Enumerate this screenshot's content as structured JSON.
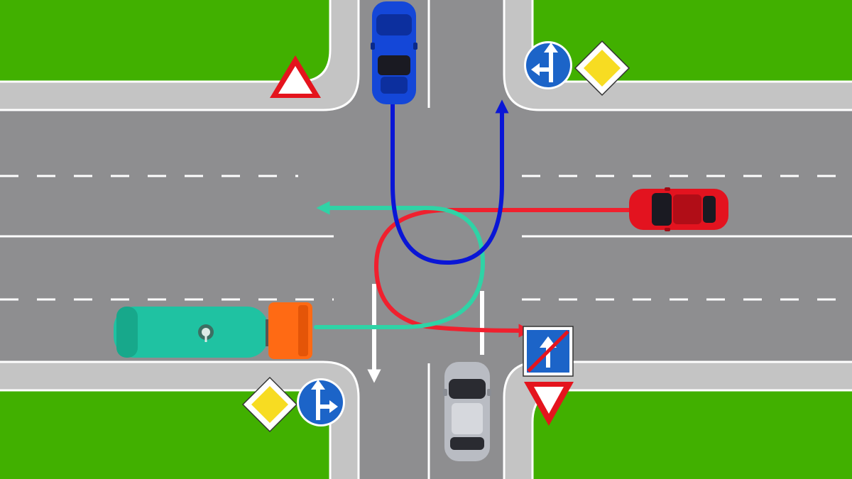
{
  "colors": {
    "grass": "#41b000",
    "sidewalk": "#c4c4c4",
    "curb": "#ffffff",
    "road": "#8e8e90",
    "marking": "#ffffff",
    "path_blue": "#0a16d6",
    "path_teal": "#2fd3a6",
    "path_red": "#f0202e",
    "path_white": "#ffffff",
    "car_blue": "#1447d8",
    "car_red": "#e3131f",
    "car_silver": "#b9bcc3",
    "truck_cab": "#ff6a14",
    "truck_tank": "#1fc2a2",
    "sign_red": "#e4141d",
    "sign_blue": "#1c64c8",
    "sign_yellow": "#f7dc22"
  },
  "vehicles": [
    {
      "id": "blue-car",
      "icon": "blue-car-icon",
      "heading": "south"
    },
    {
      "id": "red-car",
      "icon": "red-car-icon",
      "heading": "west"
    },
    {
      "id": "silver-car",
      "icon": "silver-car-icon",
      "heading": "north"
    },
    {
      "id": "tanker-truck",
      "icon": "tanker-truck-icon",
      "heading": "east"
    }
  ],
  "signs": [
    {
      "id": "give-way-nw",
      "icon": "give-way-triangle-icon",
      "type": "warning-triangle"
    },
    {
      "id": "direction-ne",
      "icon": "straight-or-left-arrow-icon",
      "type": "lane-direction"
    },
    {
      "id": "priority-ne",
      "icon": "priority-road-diamond-icon",
      "type": "priority-road"
    },
    {
      "id": "priority-sw",
      "icon": "priority-road-diamond-icon",
      "type": "priority-road"
    },
    {
      "id": "direction-sw",
      "icon": "straight-or-right-arrow-icon",
      "type": "lane-direction"
    },
    {
      "id": "end-one-way-se",
      "icon": "end-of-one-way-icon",
      "type": "end-of-one-way"
    },
    {
      "id": "yield-se",
      "icon": "yield-triangle-icon",
      "type": "yield"
    }
  ],
  "paths": [
    {
      "id": "blue-path",
      "color": "path_blue",
      "description": "u-turn"
    },
    {
      "id": "teal-path",
      "color": "path_teal",
      "description": "loop-left"
    },
    {
      "id": "red-path",
      "color": "path_red",
      "description": "loop-right"
    },
    {
      "id": "white-path",
      "color": "path_white",
      "description": "straight-south"
    }
  ]
}
